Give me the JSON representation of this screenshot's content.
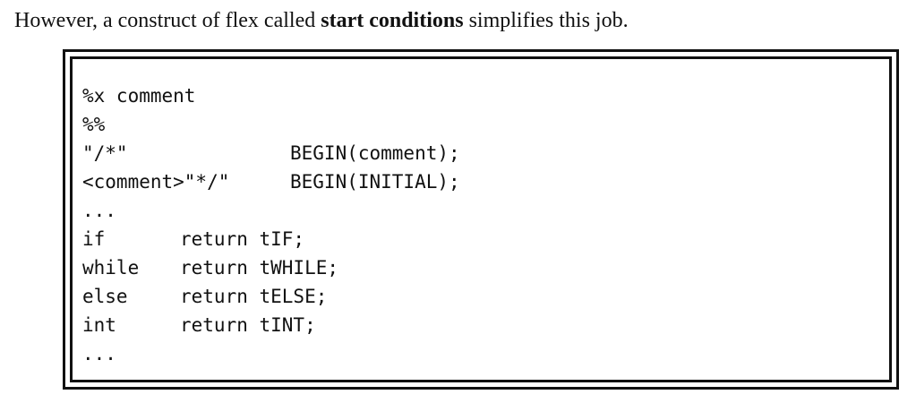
{
  "intro": {
    "before": "However, a construct of flex called ",
    "bold": "start conditions",
    "after": " simplifies this job."
  },
  "code": {
    "declaration": "%x comment",
    "separator": "%%",
    "rules_start": [
      {
        "pattern": "\"/*\"",
        "action": "BEGIN(comment);"
      },
      {
        "pattern": "<comment>\"*/\"",
        "action": "BEGIN(INITIAL);"
      }
    ],
    "ellipsis_1": "...",
    "rules_keywords": [
      {
        "pattern": "if",
        "action": "return tIF;"
      },
      {
        "pattern": "while",
        "action": "return tWHILE;"
      },
      {
        "pattern": "else",
        "action": "return tELSE;"
      },
      {
        "pattern": "int",
        "action": "return tINT;"
      }
    ],
    "ellipsis_2": "..."
  }
}
